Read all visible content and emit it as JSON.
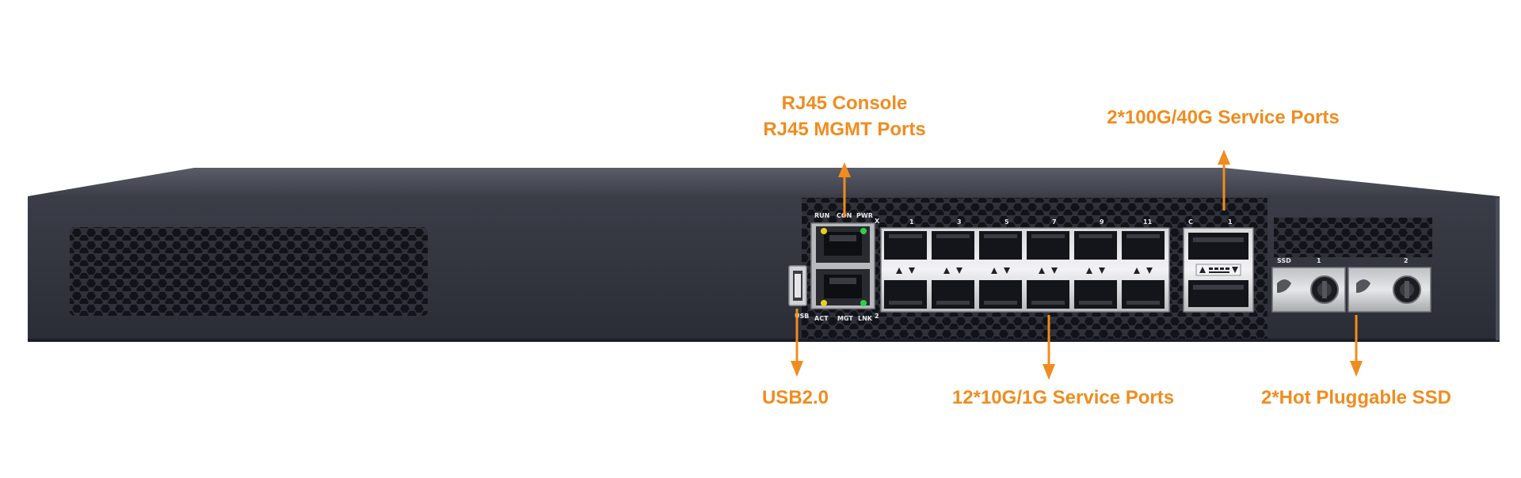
{
  "callouts": {
    "console_mgmt": {
      "line1": "RJ45 Console",
      "line2": "RJ45 MGMT Ports"
    },
    "qsfp": "2*100G/40G Service Ports",
    "usb": "USB2.0",
    "sfp": "12*10G/1G Service Ports",
    "ssd": "2*Hot Pluggable SSD"
  },
  "panel_labels": {
    "rj45_top": [
      "RUN",
      "CON",
      "PWR"
    ],
    "rj45_bottom": [
      "ACT",
      "MGT",
      "LNK"
    ],
    "usb": "USB",
    "x_marker": "X",
    "sfp_numbers": [
      "1",
      "3",
      "5",
      "7",
      "9",
      "11"
    ],
    "bottom_marker": "2",
    "qsfp_group": "C",
    "qsfp_number": "1",
    "ssd_label": "SSD",
    "ssd_numbers": [
      "1",
      "2"
    ]
  },
  "colors": {
    "accent": "#f08c1e",
    "chassis": "#2f313b",
    "led_yellow": "#e8d21a",
    "led_green": "#2fd24a"
  }
}
